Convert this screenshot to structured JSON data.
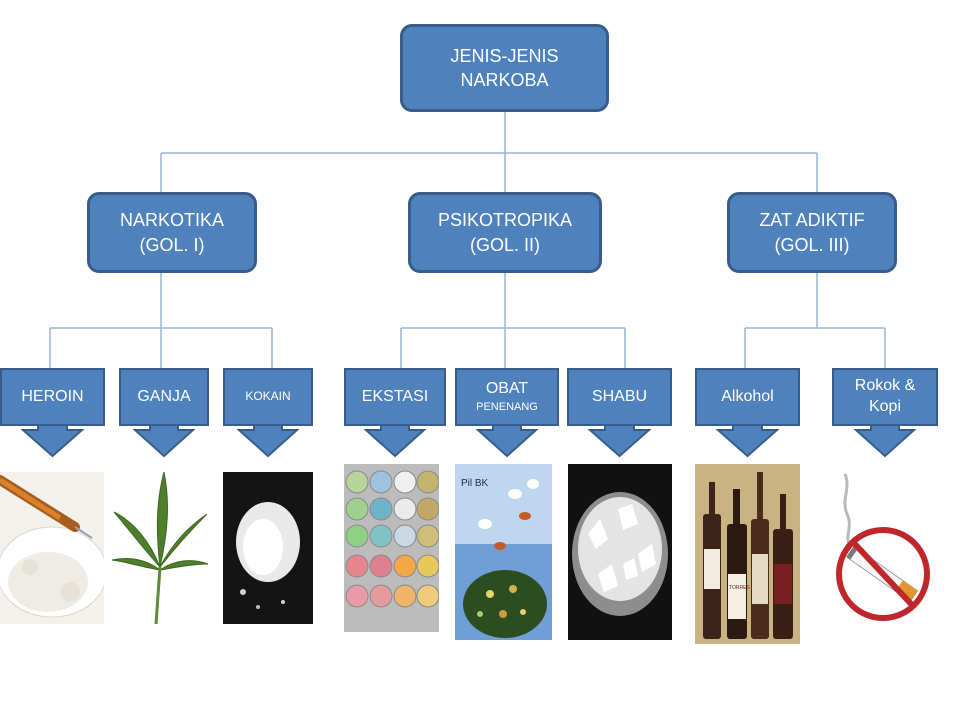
{
  "root": {
    "line1": "JENIS-JENIS",
    "line2": "NARKOBA"
  },
  "categories": [
    {
      "line1": "NARKOTIKA",
      "line2": "(GOL. I)"
    },
    {
      "line1": "PSIKOTROPIKA",
      "line2": "(GOL. II)"
    },
    {
      "line1": "ZAT ADIKTIF",
      "line2": "(GOL. III)"
    }
  ],
  "items": [
    {
      "label": "HEROIN"
    },
    {
      "label": "GANJA"
    },
    {
      "label": "KOKAIN"
    },
    {
      "label": "EKSTASI"
    },
    {
      "label": "OBAT",
      "label2": "PENENANG"
    },
    {
      "label": "SHABU"
    },
    {
      "label": "Alkohol"
    },
    {
      "label": "Rokok &",
      "label2": "Kopi"
    }
  ],
  "images": {
    "pil_bk_label": "Pil BK",
    "torres_label": "TORRES"
  },
  "colors": {
    "box_fill": "#4f81bd",
    "box_border": "#385d8a",
    "connector": "#95b3d7"
  }
}
